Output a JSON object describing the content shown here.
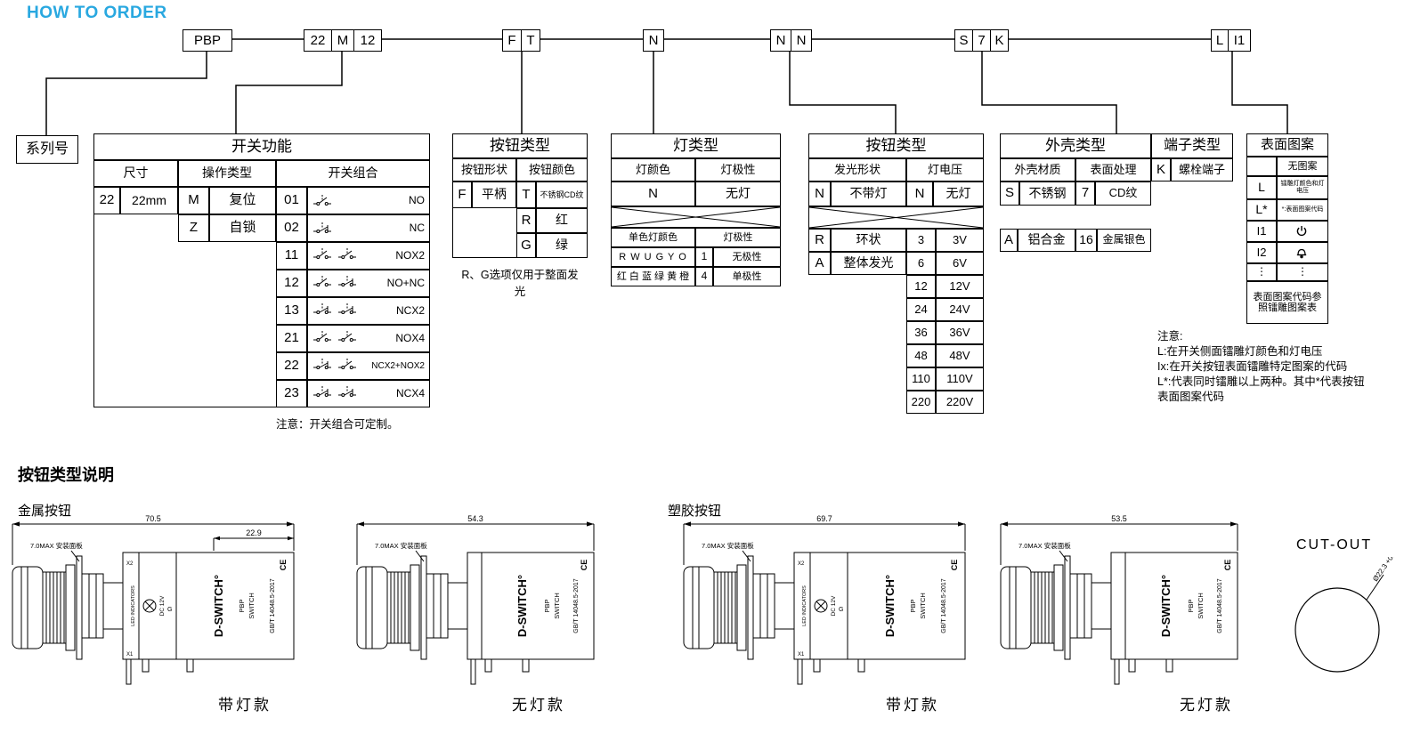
{
  "title": "HOW TO ORDER",
  "accent_color": "#29a8e0",
  "order_code": {
    "boxes": [
      [
        "PBP"
      ],
      [
        "22",
        "M",
        "12"
      ],
      [
        "F",
        "T"
      ],
      [
        "N"
      ],
      [
        "N",
        "N"
      ],
      [
        "S",
        "7",
        "K"
      ],
      [
        "L",
        "I1"
      ]
    ]
  },
  "series_label": "系列号",
  "switch_function": {
    "title": "开关功能",
    "col_size": "尺寸",
    "col_op": "操作类型",
    "col_combo": "开关组合",
    "size": {
      "code": "22",
      "label": "22mm"
    },
    "ops": [
      {
        "code": "M",
        "label": "复位"
      },
      {
        "code": "Z",
        "label": "自锁"
      }
    ],
    "combos": [
      {
        "code": "01",
        "label": "NO"
      },
      {
        "code": "02",
        "label": "NC"
      },
      {
        "code": "11",
        "label": "NOX2"
      },
      {
        "code": "12",
        "label": "NO+NC"
      },
      {
        "code": "13",
        "label": "NCX2"
      },
      {
        "code": "21",
        "label": "NOX4"
      },
      {
        "code": "22",
        "label": "NCX2+NOX2"
      },
      {
        "code": "23",
        "label": "NCX4"
      }
    ],
    "note": "注意：开关组合可定制。"
  },
  "button_type": {
    "title": "按钮类型",
    "col_shape": "按钮形状",
    "col_color": "按钮颜色",
    "shapes": [
      {
        "code": "F",
        "label": "平柄"
      }
    ],
    "colors": [
      {
        "code": "T",
        "label": "不锈钢CD纹"
      },
      {
        "code": "R",
        "label": "红"
      },
      {
        "code": "G",
        "label": "绿"
      }
    ],
    "note": "R、G选项仅用于整面发光"
  },
  "lamp_type": {
    "title": "灯类型",
    "col_color": "灯颜色",
    "col_polarity": "灯极性",
    "none_row": {
      "code": "N",
      "label": "无灯"
    },
    "mono_title": "单色灯颜色",
    "mono_codes": "R W U G Y O",
    "mono_names": "红 白 蓝 绿 黄 橙",
    "polarity_title": "灯极性",
    "polarities": [
      {
        "code": "1",
        "label": "无极性"
      },
      {
        "code": "4",
        "label": "单极性"
      }
    ]
  },
  "illumination": {
    "title": "按钮类型",
    "col_shape": "发光形状",
    "col_voltage": "灯电压",
    "none_shape": {
      "code": "N",
      "label": "不带灯"
    },
    "none_voltage": {
      "code": "N",
      "label": "无灯"
    },
    "shapes": [
      {
        "code": "R",
        "label": "环状"
      },
      {
        "code": "A",
        "label": "整体发光"
      }
    ],
    "voltages": [
      {
        "code": "3",
        "label": "3V"
      },
      {
        "code": "6",
        "label": "6V"
      },
      {
        "code": "12",
        "label": "12V"
      },
      {
        "code": "24",
        "label": "24V"
      },
      {
        "code": "36",
        "label": "36V"
      },
      {
        "code": "48",
        "label": "48V"
      },
      {
        "code": "110",
        "label": "110V"
      },
      {
        "code": "220",
        "label": "220V"
      }
    ]
  },
  "housing": {
    "title": "外壳类型",
    "col_material": "外壳材质",
    "col_finish": "表面处理",
    "rows": [
      {
        "mcode": "S",
        "material": "不锈钢",
        "fcode": "7",
        "finish": "CD纹"
      },
      {
        "mcode": "A",
        "material": "铝合金",
        "fcode": "16",
        "finish": "金属银色"
      }
    ]
  },
  "terminal": {
    "title": "端子类型",
    "code": "K",
    "label": "螺栓端子"
  },
  "surface": {
    "title": "表面图案",
    "none_label": "无图案",
    "l_code": "L",
    "l_desc": "镭雕灯颜色和灯电压",
    "lstar_code": "L*",
    "lstar_desc": "*:表面图案代码",
    "i1_code": "I1",
    "i2_code": "I2",
    "more": "⋮",
    "footer": "表面图案代码参照镭雕图案表"
  },
  "notes": {
    "title": "注意:",
    "line1": "L:在开关侧面镭雕灯颜色和灯电压",
    "line2": "Ix:在开关按钮表面镭雕特定图案的代码",
    "line3": "L*:代表同时镭雕以上两种。其中*代表按钮",
    "line4": "表面图案代码"
  },
  "bottom": {
    "section_title": "按钮类型说明",
    "metal_label": "金属按钮",
    "plastic_label": "塑胶按钮",
    "cutout_label": "CUT-OUT",
    "cutout_dim": "Ø22.3 +0.1/0",
    "shared": {
      "brand": "D-SWITCH°",
      "model1": "PBP",
      "model2": "SWITCH",
      "std": "GB/T 14048.5-2017",
      "ce": "CE",
      "led": "LED INDICATORS",
      "dc": "DC 12V",
      "x1": "X1",
      "x2": "X2",
      "g": "G"
    },
    "drawings": [
      {
        "total": "70.5",
        "body": "22.9",
        "panel": "7.0MAX 安装面板",
        "caption": "带灯款"
      },
      {
        "total": "54.3",
        "panel": "7.0MAX 安装面板",
        "caption": "无灯款"
      },
      {
        "total": "69.7",
        "panel": "7.0MAX 安装面板",
        "caption": "带灯款"
      },
      {
        "total": "53.5",
        "panel": "7.0MAX 安装面板",
        "caption": "无灯款"
      }
    ]
  }
}
